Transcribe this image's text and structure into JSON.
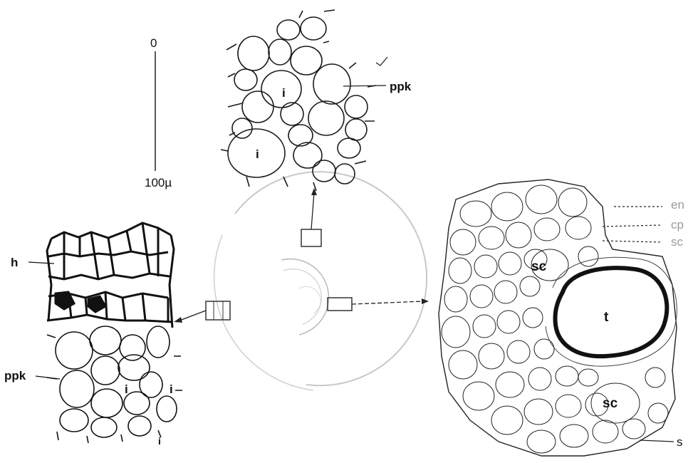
{
  "scale_bar": {
    "top_label": "0",
    "bottom_label": "100µ"
  },
  "top_panel": {
    "label_ppk": "ppk",
    "label_i_1": "i",
    "label_i_2": "i"
  },
  "left_panel": {
    "label_h": "h",
    "label_ppk": "ppk",
    "label_i_1": "i",
    "label_i_2": "i",
    "label_i_3": "i"
  },
  "right_panel": {
    "label_en": "en",
    "label_cp": "cp",
    "label_sc_small": "sc",
    "label_sc_1": "sc",
    "label_sc_2": "sc",
    "label_t": "t",
    "label_s": "s"
  }
}
